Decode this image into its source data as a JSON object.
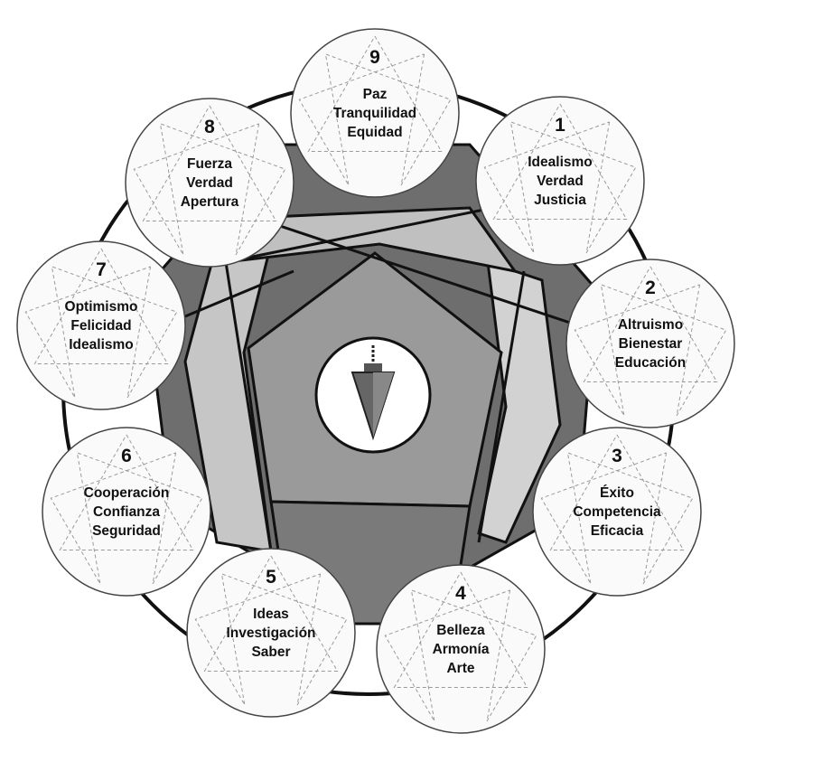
{
  "colors": {
    "dark_fill": "#6e6e6e",
    "mid_fill": "#9a9a9a",
    "light_fill": "#c6c6c6",
    "pale_fill": "#dcdcdc",
    "line": "#111111",
    "circle_fill": "#fafafa"
  },
  "center_icon": "pendulum-icon",
  "nodes": [
    {
      "number": "9",
      "lines": [
        "Paz",
        "Tranquilidad",
        "Equidad"
      ]
    },
    {
      "number": "1",
      "lines": [
        "Idealismo",
        "Verdad",
        "Justicia"
      ]
    },
    {
      "number": "2",
      "lines": [
        "Altruismo",
        "Bienestar",
        "Educación"
      ]
    },
    {
      "number": "3",
      "lines": [
        "Éxito",
        "Competencia",
        "Eficacia"
      ]
    },
    {
      "number": "4",
      "lines": [
        "Belleza",
        "Armonía",
        "Arte"
      ]
    },
    {
      "number": "5",
      "lines": [
        "Ideas",
        "Investigación",
        "Saber"
      ]
    },
    {
      "number": "6",
      "lines": [
        "Cooperación",
        "Confianza",
        "Seguridad"
      ]
    },
    {
      "number": "7",
      "lines": [
        "Optimismo",
        "Felicidad",
        "Idealismo"
      ]
    },
    {
      "number": "8",
      "lines": [
        "Fuerza",
        "Verdad",
        "Apertura"
      ]
    }
  ]
}
